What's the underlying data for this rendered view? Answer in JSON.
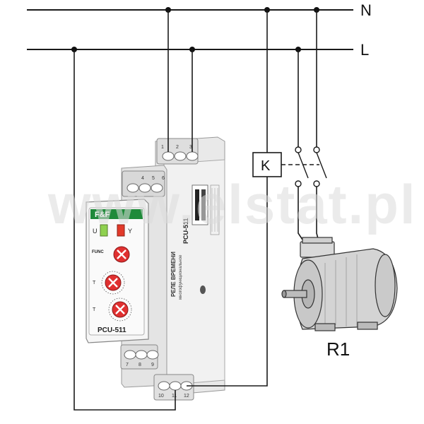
{
  "lines": {
    "neutral": "N",
    "live": "L"
  },
  "relay_coil": "K",
  "motor_label": "R1",
  "device": {
    "brand": "F&F",
    "model": "PCU-511",
    "side_title": "PCU-511",
    "side_text_1": "РЕЛЕ ВРЕМЕНИ",
    "side_text_2": "многофункциональное",
    "led_power": "U",
    "led_output": "Y",
    "func_label": "FUNC",
    "t_label": "T",
    "terminals": {
      "t1": "1",
      "t2": "2",
      "t3": "3",
      "t4": "4",
      "t5": "5",
      "t6": "6",
      "t7": "7",
      "t8": "8",
      "t9": "9",
      "t10": "10",
      "t11": "11",
      "t12": "12"
    }
  },
  "watermark": "www.elstat.pl",
  "colors": {
    "wire": "#1a1a1a",
    "knob": "#e03030",
    "led_green": "#8fd14f",
    "led_red": "#e23a2a",
    "brand_green": "#1f8a3a",
    "device_body": "#efefef"
  }
}
